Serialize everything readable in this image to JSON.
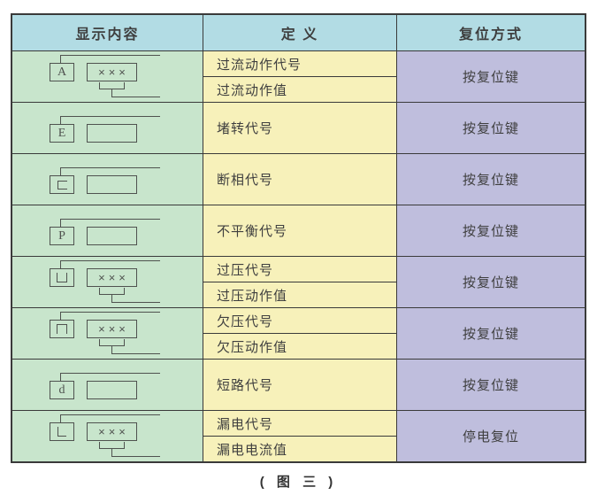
{
  "caption": "( 图 三 )",
  "table": {
    "headers": [
      "显示内容",
      "定 义",
      "复位方式"
    ],
    "rows": [
      {
        "code": "A",
        "value_display": "×××",
        "definitions": [
          "过流动作代号",
          "过流动作值"
        ],
        "reset": "按复位键"
      },
      {
        "code": "E",
        "value_display": "",
        "definitions": [
          "堵转代号"
        ],
        "reset": "按复位键"
      },
      {
        "code": "c",
        "value_display": "",
        "definitions": [
          "断相代号"
        ],
        "reset": "按复位键"
      },
      {
        "code": "P",
        "value_display": "",
        "definitions": [
          "不平衡代号"
        ],
        "reset": "按复位键"
      },
      {
        "code": "u",
        "value_display": "×××",
        "definitions": [
          "过压代号",
          "过压动作值"
        ],
        "reset": "按复位键"
      },
      {
        "code": "n",
        "value_display": "×××",
        "definitions": [
          "欠压代号",
          "欠压动作值"
        ],
        "reset": "按复位键"
      },
      {
        "code": "d",
        "value_display": "",
        "definitions": [
          "短路代号"
        ],
        "reset": "按复位键"
      },
      {
        "code": "L",
        "value_display": "×××",
        "definitions": [
          "漏电代号",
          "漏电电流值"
        ],
        "reset": "停电复位"
      }
    ]
  },
  "colors": {
    "header_bg": "#b2dce4",
    "display_bg": "#c8e5cc",
    "definition_bg": "#f7f1ba",
    "reset_bg": "#bfbedd",
    "border": "#3a3a3a"
  }
}
